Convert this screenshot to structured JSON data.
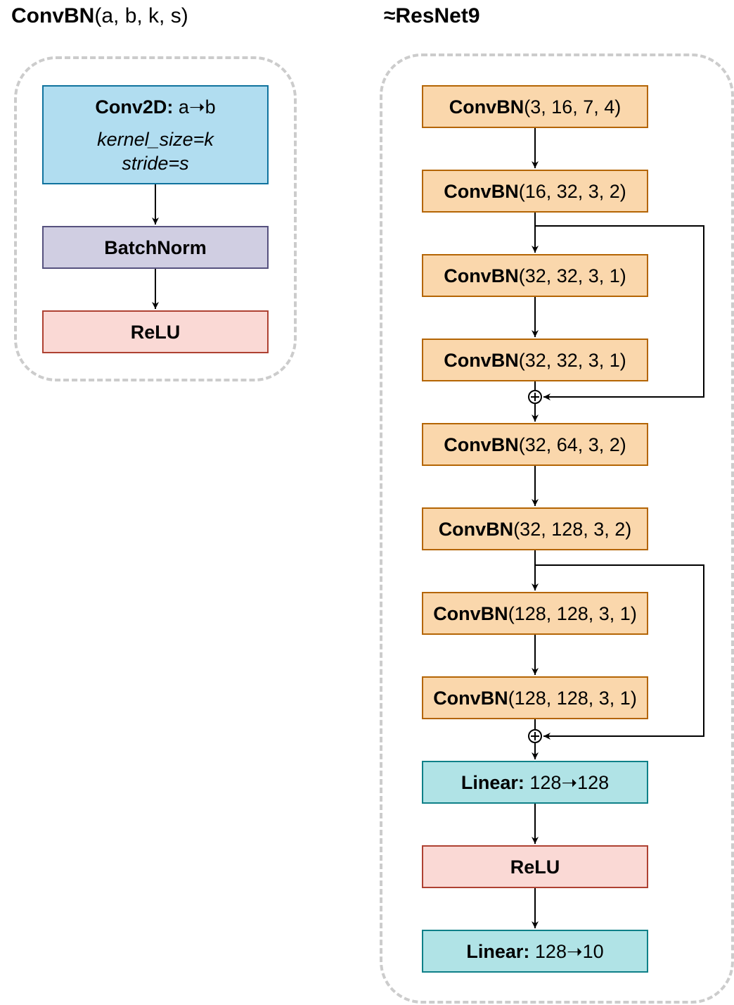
{
  "left": {
    "title_bold": "ConvBN",
    "title_rest": "(a, b, k, s)",
    "blocks": {
      "conv": {
        "bold": "Conv2D:",
        "rest": " a➝b",
        "line2": "kernel_size=k",
        "line3": "stride=s"
      },
      "bn": {
        "bold": "BatchNorm"
      },
      "relu": {
        "bold": "ReLU"
      }
    }
  },
  "right": {
    "title": "≈ResNet9",
    "blocks": [
      {
        "bold": "ConvBN",
        "rest": "(3, 16, 7, 4)"
      },
      {
        "bold": "ConvBN",
        "rest": "(16, 32, 3, 2)"
      },
      {
        "bold": "ConvBN",
        "rest": "(32, 32, 3, 1)"
      },
      {
        "bold": "ConvBN",
        "rest": "(32, 32, 3, 1)"
      },
      {
        "bold": "ConvBN",
        "rest": "(32, 64, 3, 2)"
      },
      {
        "bold": "ConvBN",
        "rest": "(32, 128, 3, 2)"
      },
      {
        "bold": "ConvBN",
        "rest": "(128, 128, 3, 1)"
      },
      {
        "bold": "ConvBN",
        "rest": "(128, 128, 3, 1)"
      },
      {
        "bold": "Linear:",
        "rest": " 128➝128"
      },
      {
        "bold": "ReLU",
        "rest": ""
      },
      {
        "bold": "Linear:",
        "rest": " 128➝10"
      }
    ]
  },
  "colors": {
    "convbn_fill": "#fad7ac",
    "convbn_border": "#b46504",
    "conv2d_fill": "#b1ddf0",
    "batchnorm_fill": "#d0cee2",
    "relu_fill": "#fad9d5",
    "linear_fill": "#b0e3e6",
    "group_border": "#cccccc"
  }
}
